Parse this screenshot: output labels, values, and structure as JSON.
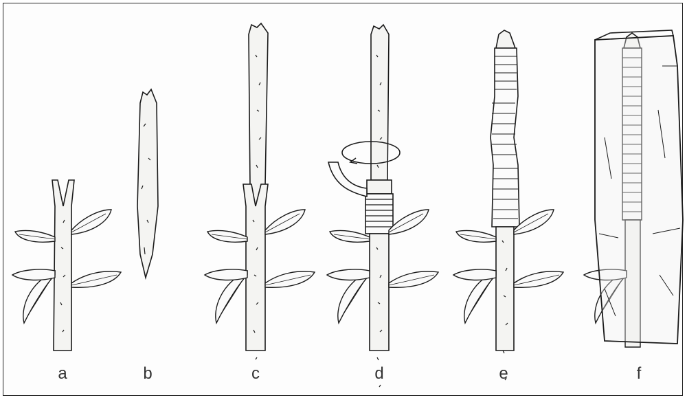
{
  "panels": [
    {
      "label": "a"
    },
    {
      "label": "b"
    },
    {
      "label": "c"
    },
    {
      "label": "d"
    },
    {
      "label": "e"
    },
    {
      "label": "f"
    }
  ],
  "colors": {
    "ink": "#1a1a1a",
    "bark": "#f4f4f2",
    "frame": "#222222"
  }
}
